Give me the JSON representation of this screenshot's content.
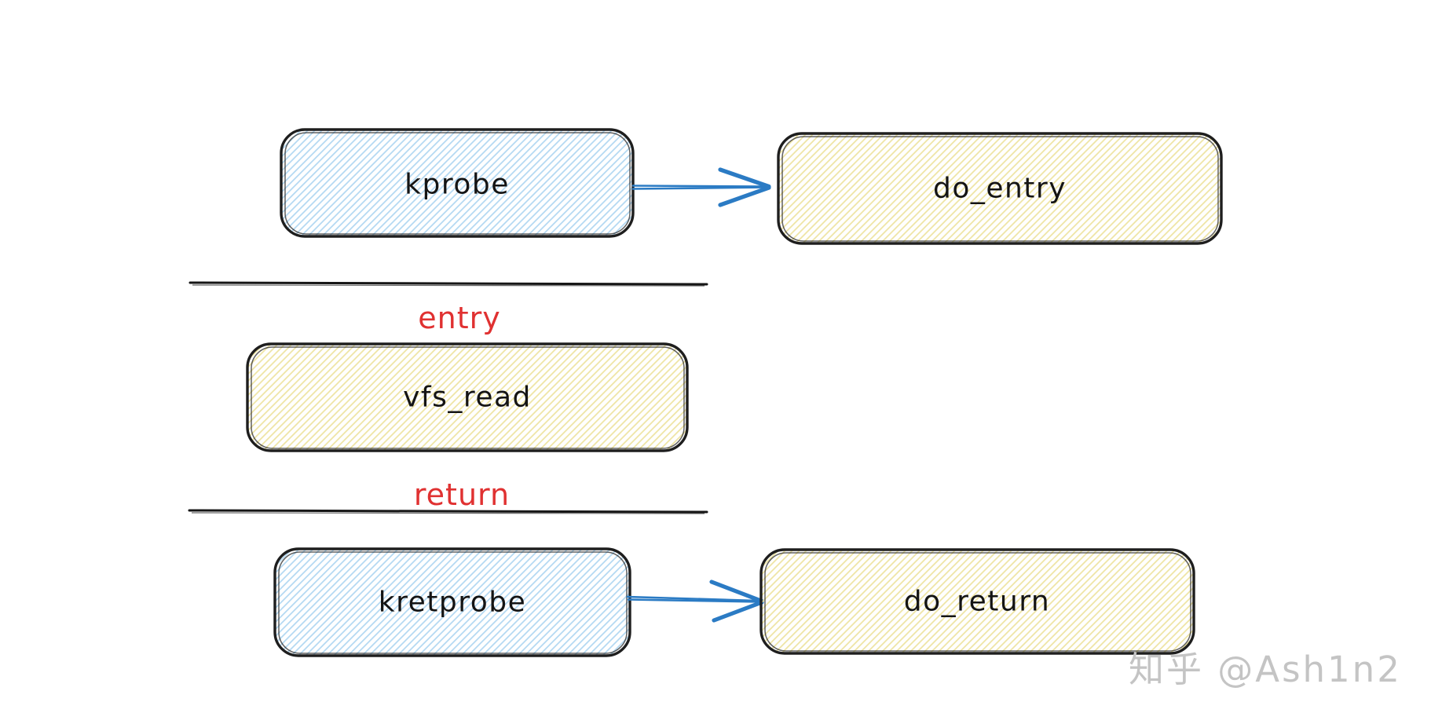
{
  "diagram": {
    "nodes": {
      "kprobe": {
        "label": "kprobe",
        "fill": "blue"
      },
      "do_entry": {
        "label": "do_entry",
        "fill": "yellow"
      },
      "vfs_read": {
        "label": "vfs_read",
        "fill": "yellow"
      },
      "kretprobe": {
        "label": "kretprobe",
        "fill": "blue"
      },
      "do_return": {
        "label": "do_return",
        "fill": "yellow"
      }
    },
    "section_labels": {
      "entry": "entry",
      "return": "return"
    },
    "edges": [
      {
        "from": "kprobe",
        "to": "do_entry"
      },
      {
        "from": "kretprobe",
        "to": "do_return"
      }
    ],
    "colors": {
      "background": "#ffffff",
      "node_stroke": "#1e1e1e",
      "blue_hatch": "#b5d9f2",
      "yellow_hatch": "#efe5a6",
      "arrow": "#2b7bc4",
      "section_label": "#e03131",
      "divider": "#161616",
      "watermark": "#c4c4c4",
      "node_text": "#141414"
    }
  },
  "watermark": {
    "text": "知乎 @Ash1n2"
  }
}
